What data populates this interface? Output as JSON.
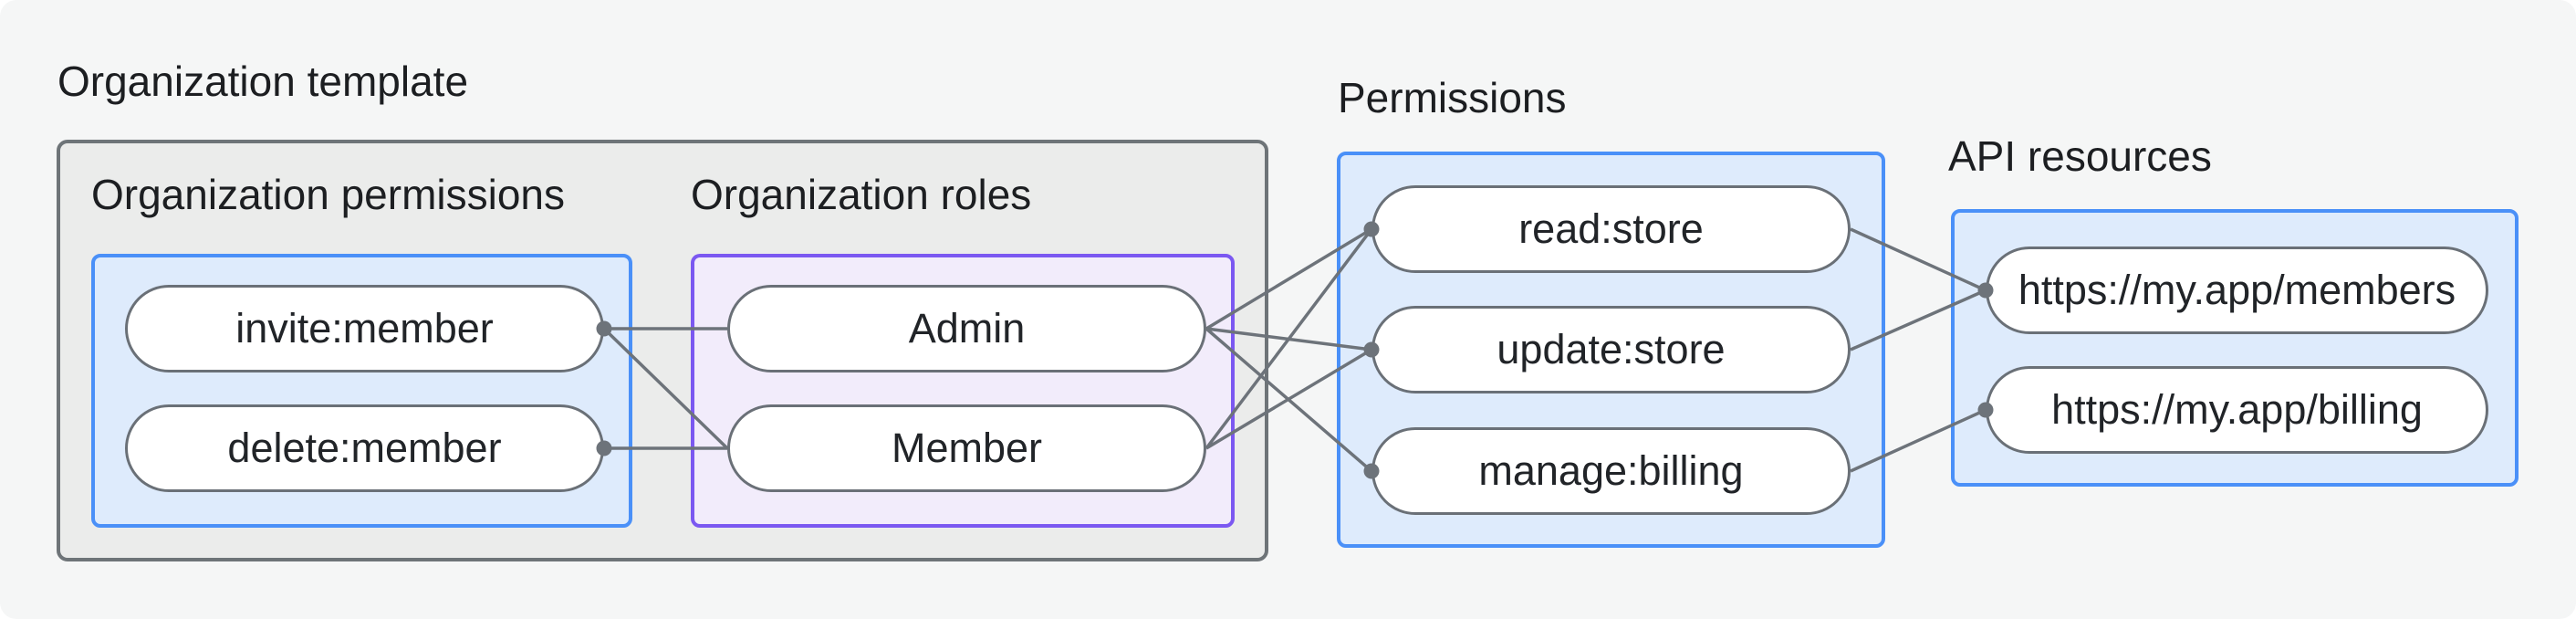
{
  "colors": {
    "canvas_bg": "#f5f6f6",
    "template_box_bg": "#ebeceb",
    "template_box_border": "#6e7478",
    "blue_box_bg": "#deebfc",
    "blue_box_border": "#4a90f8",
    "purple_box_bg": "#f2ecfb",
    "purple_box_border": "#7b58f1",
    "pill_bg": "#ffffff",
    "pill_border": "#6a7077",
    "connector": "#6d737a",
    "label_text": "#1c1e21",
    "pill_text": "#212428"
  },
  "groups": {
    "organization_template": {
      "label": "Organization template"
    },
    "organization_permissions": {
      "label": "Organization permissions",
      "pills": [
        {
          "id": "invite-member",
          "label": "invite:member"
        },
        {
          "id": "delete-member",
          "label": "delete:member"
        }
      ]
    },
    "organization_roles": {
      "label": "Organization roles",
      "pills": [
        {
          "id": "admin",
          "label": "Admin"
        },
        {
          "id": "member",
          "label": "Member"
        }
      ]
    },
    "permissions": {
      "label": "Permissions",
      "pills": [
        {
          "id": "read-store",
          "label": "read:store"
        },
        {
          "id": "update-store",
          "label": "update:store"
        },
        {
          "id": "manage-billing",
          "label": "manage:billing"
        }
      ]
    },
    "api_resources": {
      "label": "API resources",
      "pills": [
        {
          "id": "members-api",
          "label": "https://my.app/members"
        },
        {
          "id": "billing-api",
          "label": "https://my.app/billing"
        }
      ]
    }
  },
  "edges": [
    {
      "from": "invite-member",
      "to": "admin"
    },
    {
      "from": "invite-member",
      "to": "member"
    },
    {
      "from": "delete-member",
      "to": "member"
    },
    {
      "from": "admin",
      "to": "read-store"
    },
    {
      "from": "admin",
      "to": "update-store"
    },
    {
      "from": "admin",
      "to": "manage-billing"
    },
    {
      "from": "member",
      "to": "read-store"
    },
    {
      "from": "member",
      "to": "update-store"
    },
    {
      "from": "read-store",
      "to": "members-api"
    },
    {
      "from": "update-store",
      "to": "members-api"
    },
    {
      "from": "manage-billing",
      "to": "billing-api"
    }
  ],
  "dots": [
    {
      "node": "invite-member",
      "side": "right"
    },
    {
      "node": "delete-member",
      "side": "right"
    },
    {
      "node": "read-store",
      "side": "left"
    },
    {
      "node": "update-store",
      "side": "left"
    },
    {
      "node": "manage-billing",
      "side": "left"
    },
    {
      "node": "members-api",
      "side": "left"
    },
    {
      "node": "billing-api",
      "side": "left"
    }
  ]
}
